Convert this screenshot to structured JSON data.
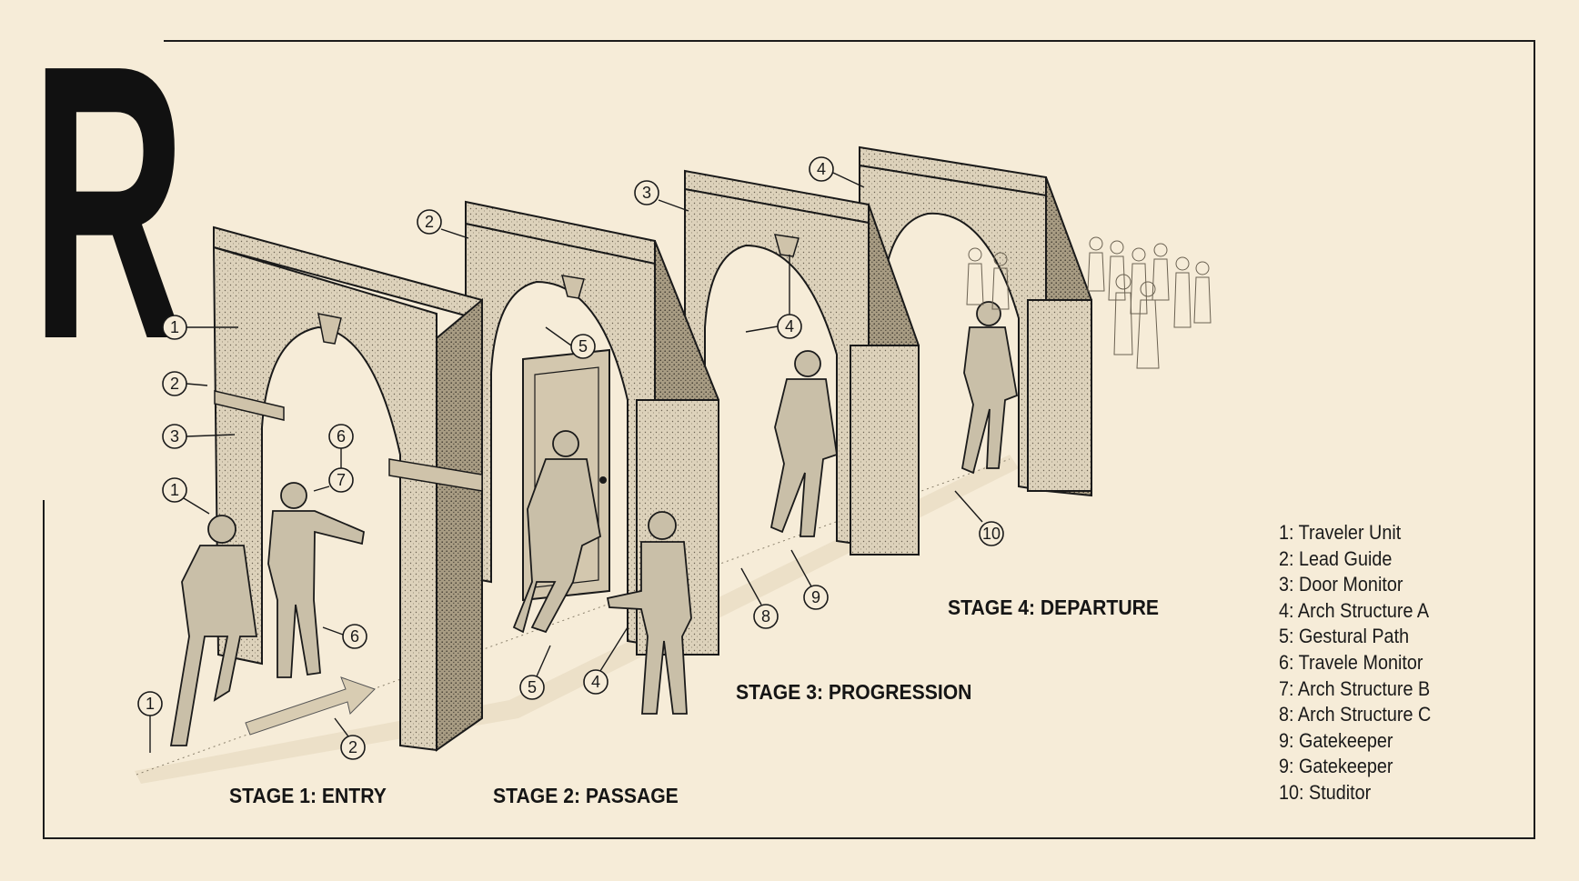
{
  "header": {
    "letter": "R"
  },
  "stages": [
    {
      "label": "STAGE 1: ENTRY"
    },
    {
      "label": "STAGE 2: PASSAGE"
    },
    {
      "label": "STAGE 3: PROGRESSION"
    },
    {
      "label": "STAGE 4: DEPARTURE"
    }
  ],
  "legend": [
    "1: Traveler Unit",
    "2: Lead Guide",
    "3: Door Monitor",
    "4: Arch Structure A",
    "5: Gestural Path",
    "6: Travele Monitor",
    "7: Arch Structure B",
    "8: Arch Structure C",
    "9: Gatekeeper",
    "9: Gatekeeper",
    "10: Studitor"
  ],
  "callouts": [
    "1",
    "2",
    "3",
    "1",
    "6",
    "7",
    "6",
    "1",
    "2",
    "2",
    "5",
    "5",
    "4",
    "3",
    "4",
    "8",
    "9",
    "10",
    "4"
  ],
  "colors": {
    "paper": "#f6ecd8",
    "ink": "#1a1a1a",
    "stone": "#ddd2bb",
    "stone_shade": "#b9ad95"
  }
}
